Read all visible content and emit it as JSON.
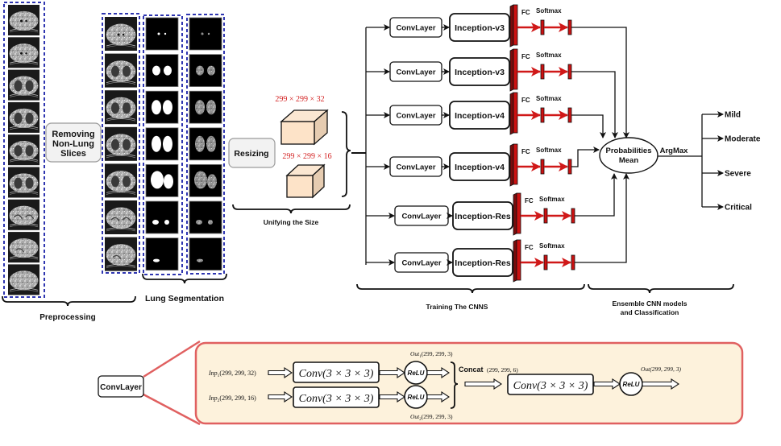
{
  "colors": {
    "dashed_border": "#2e35b0",
    "fc_red": "#cc1111",
    "fc_dark": "#7a0c0c",
    "cube_fill": "#fde3c8",
    "cube_side": "#e9cfb4",
    "panel_fill": "#fdf2dc",
    "panel_border": "#e06060",
    "process_box_fill": "#f2f2f2",
    "dim_text": "#d32020"
  },
  "preprocessing": {
    "original_slices_count": 9,
    "filtered_slices_count": 7,
    "removing_label_line1": "Removing",
    "removing_label_line2": "Non-Lung",
    "removing_label_line3": "Slices",
    "section_label": "Preprocessing"
  },
  "segmentation": {
    "mask_count": 7,
    "section_label": "Lung Segmentation"
  },
  "resizing": {
    "button_label": "Resizing",
    "cube1_dims": "299 × 299 × 32",
    "cube2_dims": "299 × 299 × 16",
    "section_label": "Unifying the Size"
  },
  "training": {
    "section_label": "Training The CNNS",
    "fc_label": "FC",
    "softmax_label": "Softmax",
    "branches": [
      {
        "conv": "ConvLayer",
        "model": "Inception-v3"
      },
      {
        "conv": "ConvLayer",
        "model": "Inception-v3"
      },
      {
        "conv": "ConvLayer",
        "model": "Inception-v4"
      },
      {
        "conv": "ConvLayer",
        "model": "Inception-v4"
      },
      {
        "conv": "ConvLayer",
        "model": "Inception-Res"
      },
      {
        "conv": "ConvLayer",
        "model": "Inception-Res"
      }
    ]
  },
  "ensemble": {
    "mean_line1": "Probabilities",
    "mean_line2": "Mean",
    "argmax_label": "ArgMax",
    "classes": [
      "Mild",
      "Moderate",
      "Severe",
      "Critical"
    ],
    "section_label_line1": "Ensemble CNN models",
    "section_label_line2": "and Classification"
  },
  "convlayer_detail": {
    "node_label": "ConvLayer",
    "inp1": "Inp",
    "inp1_sub": "1",
    "inp1_dims": "(299, 299, 32)",
    "inp2": "Inp",
    "inp2_sub": "2",
    "inp2_dims": "(299, 299, 16)",
    "conv_label": "Conv(3 × 3 × 3)",
    "relu_label": "ReLU",
    "out1": "Out",
    "out1_sub": "1",
    "out1_dims": "(299, 299, 3)",
    "out2": "Out",
    "out2_sub": "2",
    "out2_dims": "(299, 299, 3)",
    "concat_label": "Concat",
    "concat_dims": "(299, 299, 6)",
    "out_label": "Out(299, 299, 3)"
  }
}
